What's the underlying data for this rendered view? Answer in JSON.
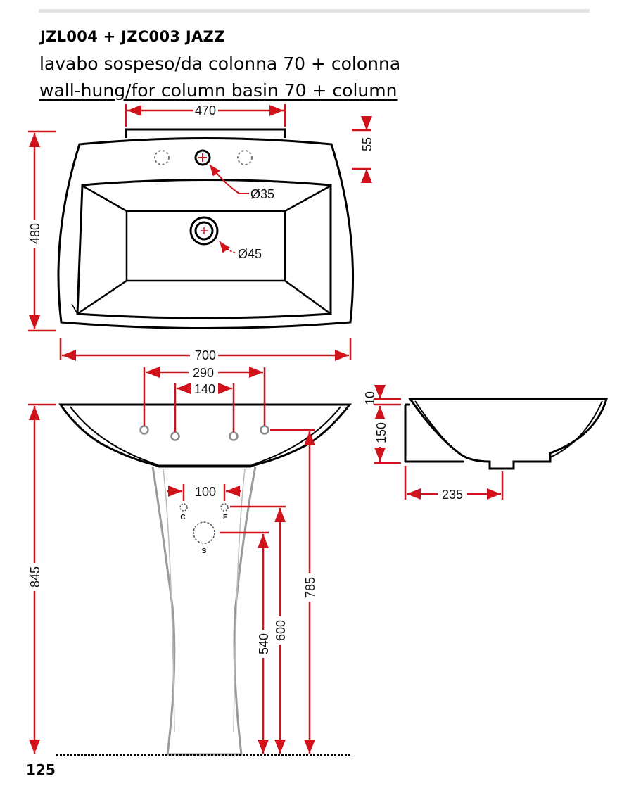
{
  "header": {
    "model_code": "JZL004 + JZC003 JAZZ",
    "description_it": "lavabo sospeso/da colonna 70 + colonna",
    "description_en": "wall-hung/for column basin 70 + column"
  },
  "dimensions": {
    "back_width": "470",
    "back_height": "55",
    "tap_hole": "Ø35",
    "waste_hole": "Ø45",
    "depth": "480",
    "width": "700",
    "hole_spacing_outer": "290",
    "hole_spacing_inner": "140",
    "supply_spacing": "100",
    "total_height": "845",
    "basin_height": "785",
    "supply_height": "600",
    "waste_height": "540",
    "rim_thickness": "10",
    "side_height": "150",
    "side_depth": "235"
  },
  "labels": {
    "cold": "C",
    "hot": "F",
    "waste": "S"
  },
  "page_number": "125",
  "colors": {
    "dimension": "#d0121b",
    "outline": "#000000",
    "column": "#9a9a9a",
    "hole": "#8a8a8a"
  }
}
